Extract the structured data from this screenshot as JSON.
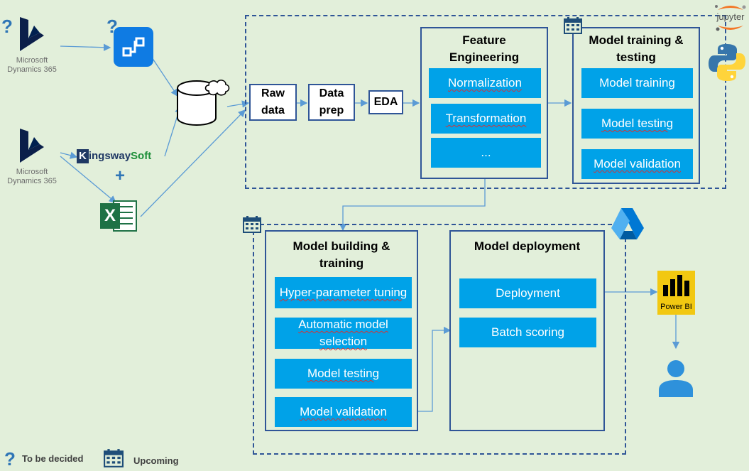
{
  "sources": {
    "dynamics_top": {
      "line1": "Microsoft",
      "line2": "Dynamics 365",
      "status": "?"
    },
    "dynamics_bottom": {
      "line1": "Microsoft",
      "line2": "Dynamics 365"
    },
    "power_automate_status": "?",
    "kingsway": {
      "k": "K",
      "mid": "ingsway",
      "soft": "Soft"
    },
    "plus": "+",
    "excel_letter": "X"
  },
  "pipeline": {
    "raw_data": "Raw data",
    "data_prep": "Data prep",
    "eda": "EDA"
  },
  "feature_engineering": {
    "title": "Feature Engineering",
    "items": [
      "Normalization",
      "Transformation",
      "..."
    ]
  },
  "model_training_testing": {
    "title": "Model training & testing",
    "items": [
      "Model training",
      "Model testing",
      "Model validation"
    ]
  },
  "model_building": {
    "title": "Model building & training",
    "items": [
      "Hyper-parameter tuning",
      "Automatic model selection",
      "Model testing",
      "Model validation"
    ]
  },
  "model_deployment": {
    "title": "Model deployment",
    "items": [
      "Deployment",
      "Batch scoring"
    ]
  },
  "logos": {
    "jupyter": "jupyter",
    "powerbi": "Power BI"
  },
  "legend": {
    "to_be_decided": "To be decided",
    "upcoming": "Upcoming",
    "q": "?"
  },
  "colors": {
    "background": "#e2efda",
    "border_blue": "#2f5597",
    "box_blue": "#00a2e8",
    "arrow_blue": "#5b9bd5",
    "excel_green": "#1e7145",
    "powerbi_yellow": "#f2c811"
  }
}
